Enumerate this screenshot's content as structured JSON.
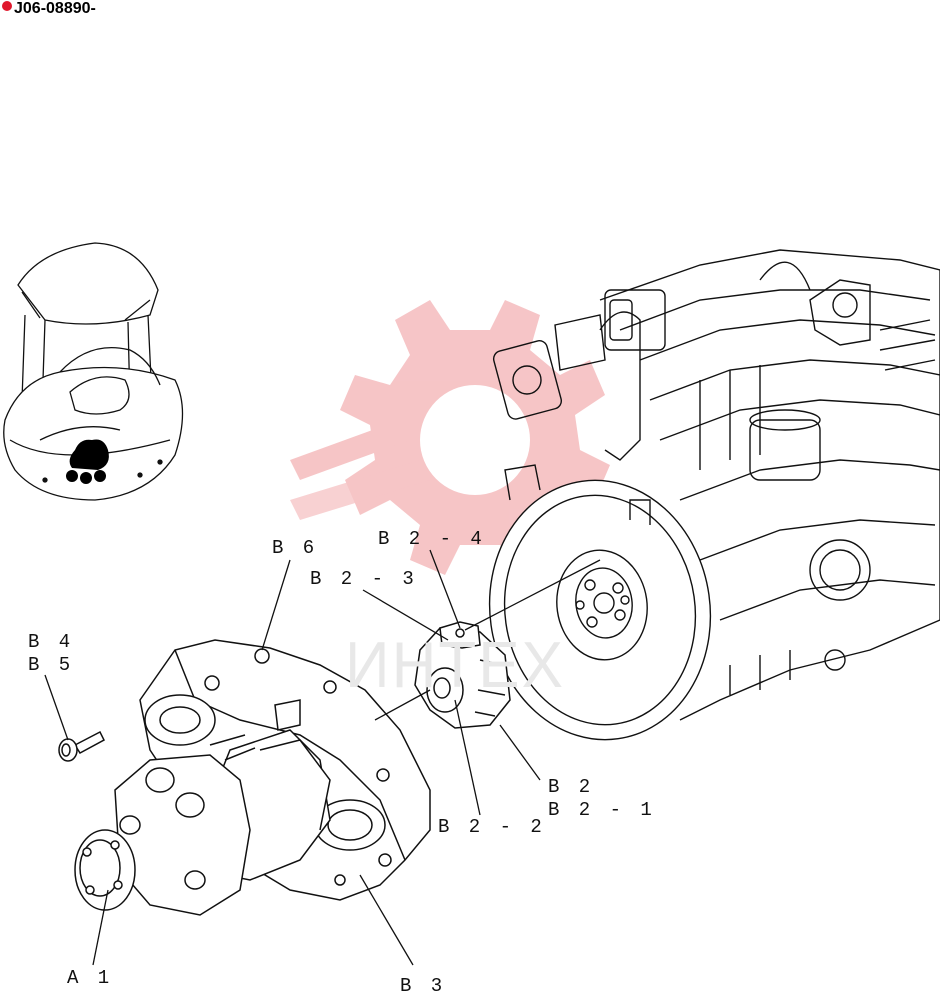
{
  "header": {
    "drawing_number": "J06-08890-"
  },
  "callouts": {
    "b6": "B 6",
    "b2_4": "B 2 - 4",
    "b2_3": "B 2 - 3",
    "b4": "B 4",
    "b5": "B 5",
    "b2": "B 2",
    "b2_1": "B 2 - 1",
    "b2_2": "B 2 - 2",
    "a1": "A 1",
    "b3": "B 3"
  },
  "watermark": {
    "text": "ИНТЕХ"
  },
  "colors": {
    "line": "#111111",
    "watermark": "#f3b2b4",
    "accent": "#e0182d"
  }
}
